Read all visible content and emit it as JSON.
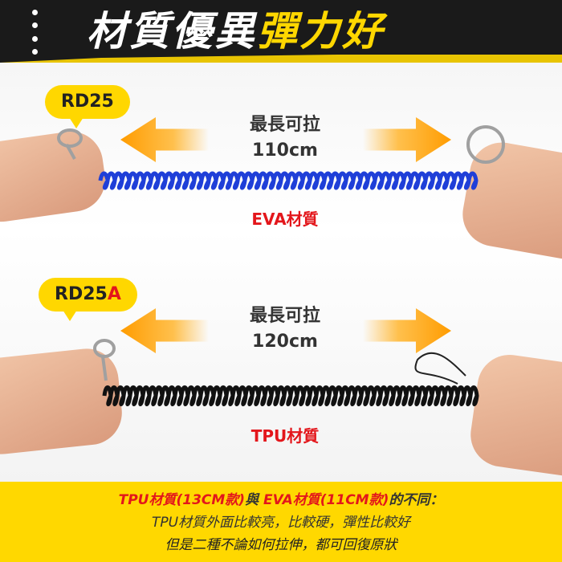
{
  "banner": {
    "title_white": "材質優異",
    "title_yellow": "彈力好"
  },
  "products": [
    {
      "model_prefix": "RD25",
      "model_suffix": "",
      "stretch_label": "最長可拉",
      "stretch_value": "110cm",
      "material": "EVA材質",
      "coil_color": "#1f3fd8"
    },
    {
      "model_prefix": "RD25",
      "model_suffix": "A",
      "stretch_label": "最長可拉",
      "stretch_value": "120cm",
      "material": "TPU材質",
      "coil_color": "#111111"
    }
  ],
  "note": {
    "line1_a": "TPU材質(13CM款)",
    "line1_b": "與 ",
    "line1_c": "EVA材質(11CM款)",
    "line1_d": "的不同：",
    "line2": "TPU材質外面比較亮，比較硬，彈性比較好",
    "line3": "但是二種不論如何拉伸，都可回復原狀"
  },
  "colors": {
    "accent_yellow": "#ffd700",
    "accent_red": "#e3161b",
    "arrow_orange": "#ff9c00"
  }
}
